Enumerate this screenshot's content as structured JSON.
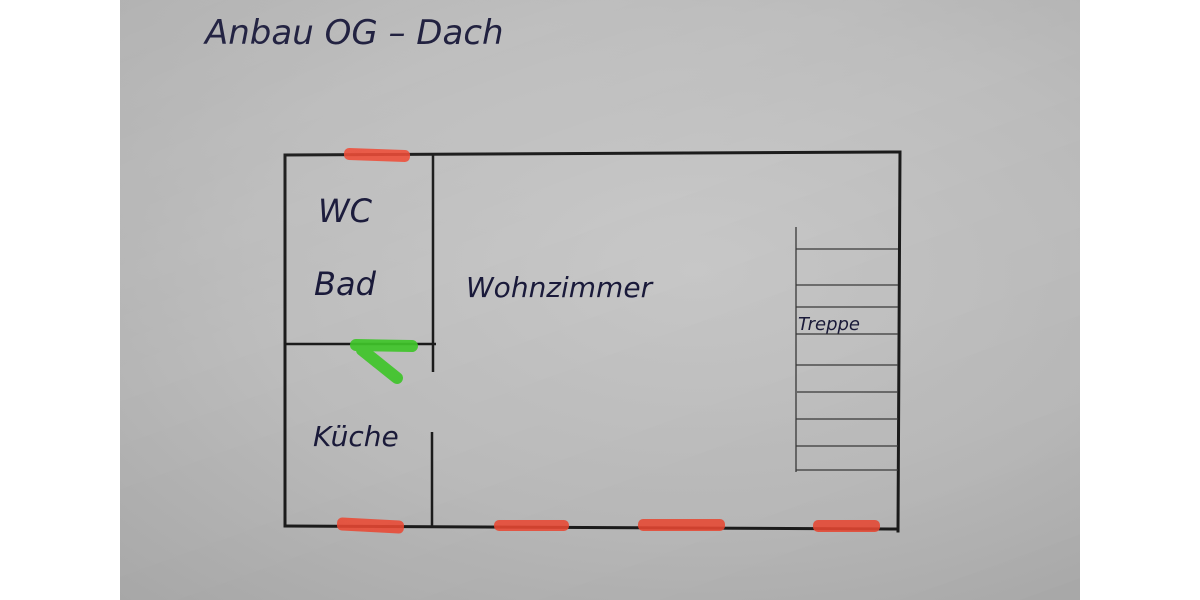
{
  "title": "Anbau OG – Dach",
  "rooms": [
    {
      "id": "wc",
      "label_line1": "WC",
      "label_line2": "Bad"
    },
    {
      "id": "kueche",
      "label": "Küche"
    },
    {
      "id": "wohnzimmer",
      "label": "Wohnzimmer"
    },
    {
      "id": "treppe",
      "label": "Treppe"
    }
  ],
  "legend_colors": {
    "window_marker": "#f04a35",
    "door_marker": "#3fc62a",
    "wall": "#1c1c1c",
    "paper": "#c4c4c4"
  },
  "markers": {
    "windows_count": 5,
    "doors_count": 1
  }
}
